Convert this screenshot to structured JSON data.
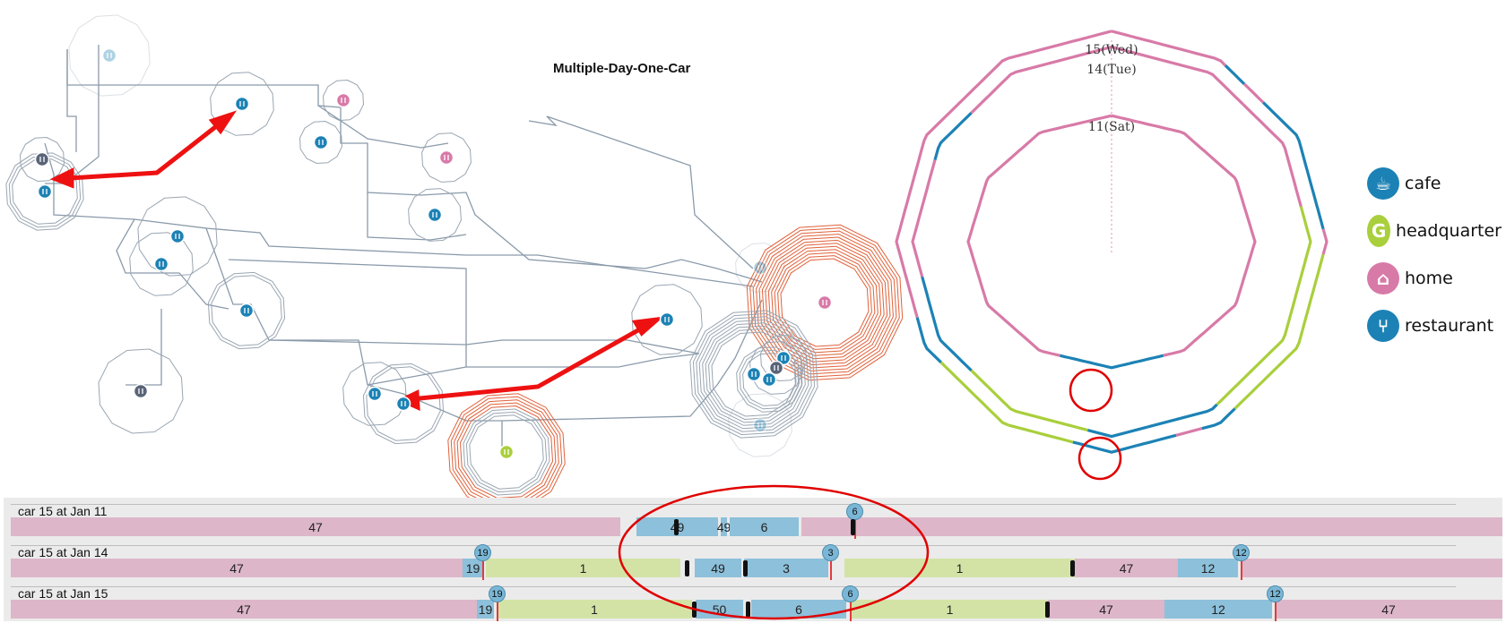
{
  "title": "Multiple-Day-One-Car",
  "colors": {
    "home": "#d87aa8",
    "headquarter": "#a9cf3c",
    "cafe": "#1c82b5",
    "restaurant": "#1c82b5",
    "seg_home": "#ddb6c9",
    "seg_hq": "#d3e3a6",
    "seg_blue": "#8dc0da",
    "road": "#6b7f92",
    "arrow": "#ee1111",
    "circle": "#e00000"
  },
  "radial": {
    "days": [
      "15(Wed)",
      "14(Tue)",
      "11(Sat)"
    ]
  },
  "legend": [
    {
      "label": "cafe",
      "icon": "cup-icon",
      "glyph": "☕",
      "color": "#1c82b5"
    },
    {
      "label": "headquarter",
      "icon": "g-logo-icon",
      "glyph": "G",
      "color": "#a9cf3c"
    },
    {
      "label": "home",
      "icon": "house-icon",
      "glyph": "⌂",
      "color": "#d87aa8"
    },
    {
      "label": "restaurant",
      "icon": "fork-knife-icon",
      "glyph": "⑂",
      "color": "#1c82b5"
    }
  ],
  "timeline": {
    "rows": [
      {
        "label": "car 15 at Jan 11",
        "segments": [
          {
            "text": "47",
            "type": "home"
          },
          {
            "text": "49",
            "type": "blue"
          },
          {
            "text": "49",
            "type": "blue"
          },
          {
            "text": "6",
            "type": "blue"
          },
          {
            "text": "",
            "type": "home"
          }
        ],
        "badges": [
          "6"
        ]
      },
      {
        "label": "car 15 at Jan 14",
        "segments": [
          {
            "text": "47",
            "type": "home"
          },
          {
            "text": "19",
            "type": "blue"
          },
          {
            "text": "1",
            "type": "hq"
          },
          {
            "text": "49",
            "type": "blue"
          },
          {
            "text": "3",
            "type": "blue"
          },
          {
            "text": "1",
            "type": "hq"
          },
          {
            "text": "47",
            "type": "home"
          },
          {
            "text": "12",
            "type": "blue"
          },
          {
            "text": "",
            "type": "home"
          }
        ],
        "badges": [
          "19",
          "3",
          "12"
        ]
      },
      {
        "label": "car 15 at Jan 15",
        "segments": [
          {
            "text": "47",
            "type": "home"
          },
          {
            "text": "19",
            "type": "blue"
          },
          {
            "text": "1",
            "type": "hq"
          },
          {
            "text": "50",
            "type": "blue"
          },
          {
            "text": "6",
            "type": "blue"
          },
          {
            "text": "1",
            "type": "hq"
          },
          {
            "text": "47",
            "type": "home"
          },
          {
            "text": "12",
            "type": "blue"
          },
          {
            "text": "47",
            "type": "home"
          }
        ],
        "badges": [
          "19",
          "6",
          "12"
        ]
      }
    ]
  }
}
